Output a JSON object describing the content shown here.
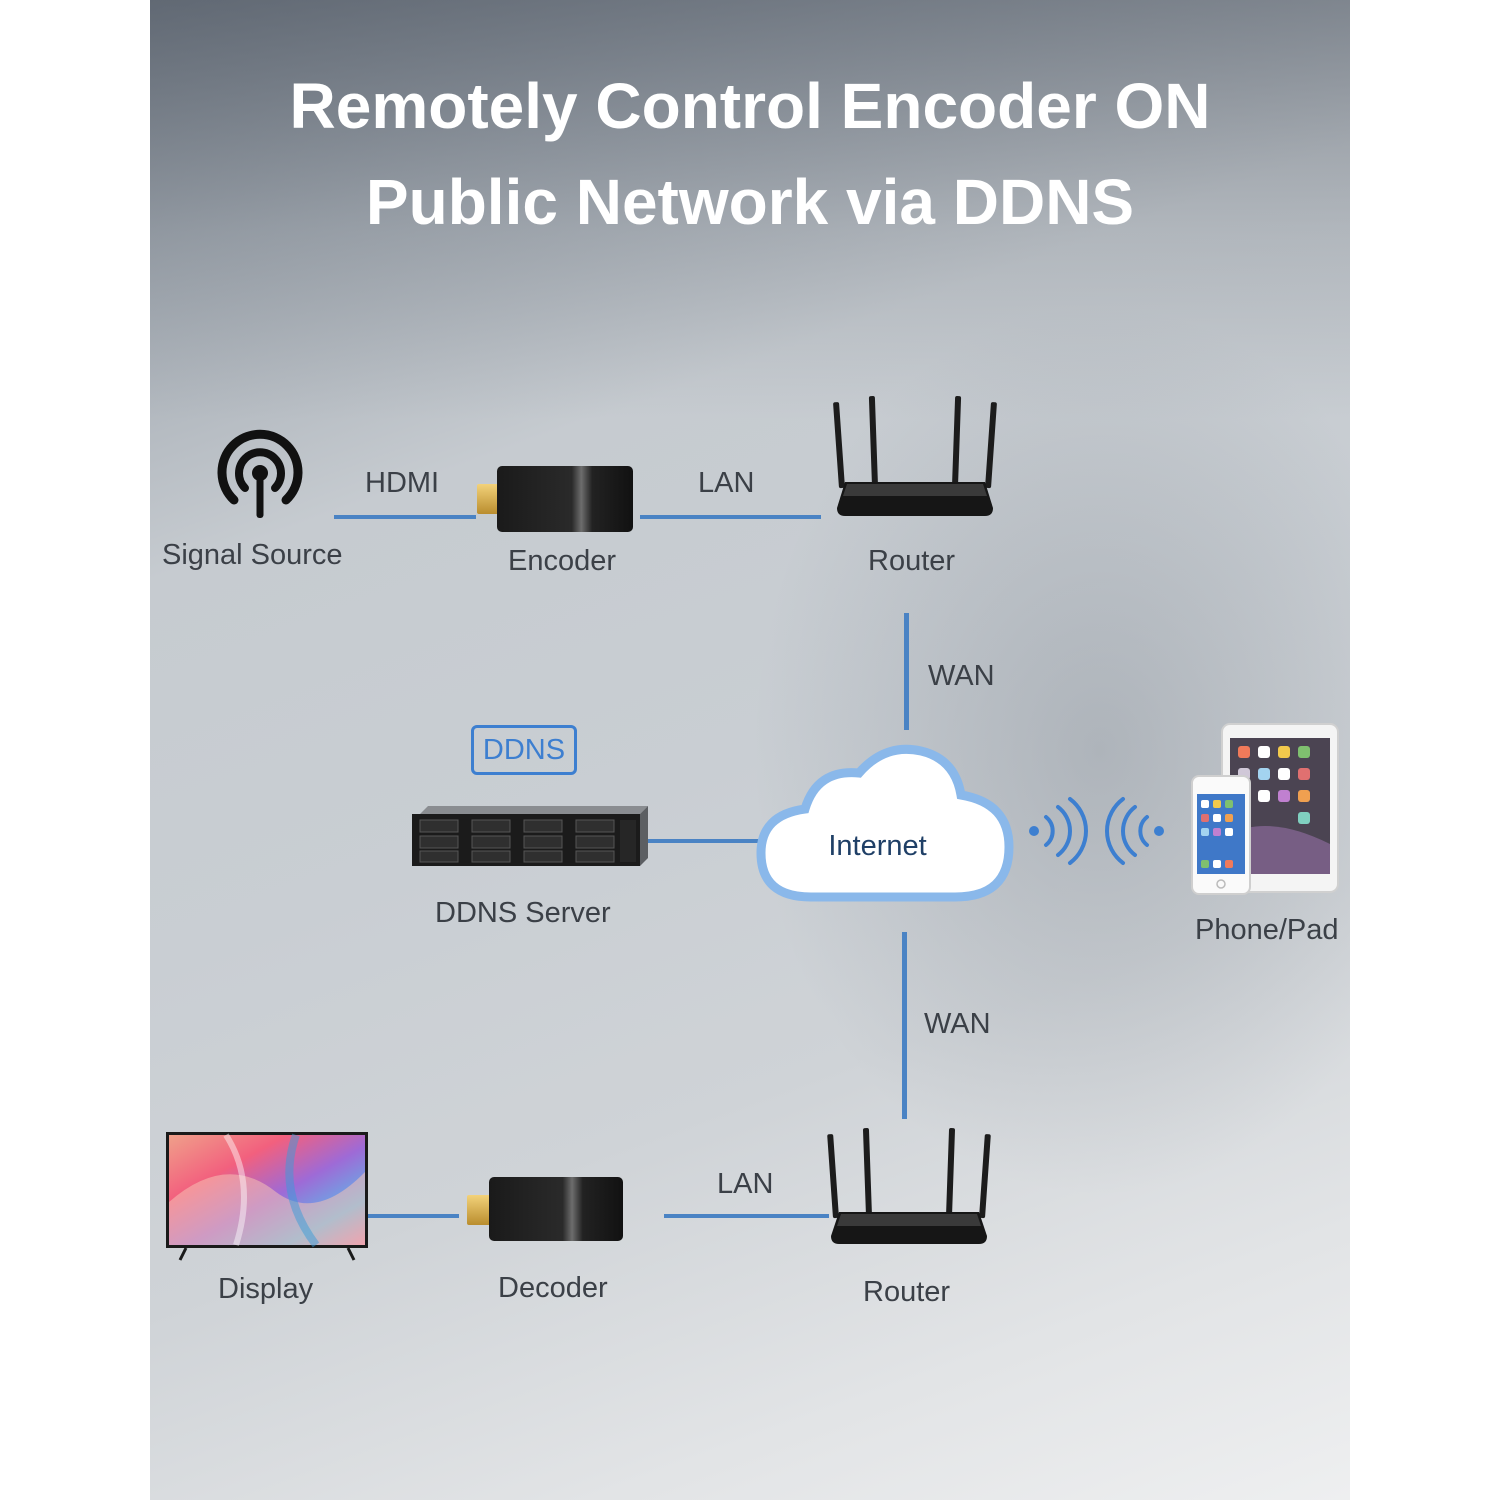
{
  "title": {
    "line1": "Remotely Control Encoder ON",
    "line2": "Public Network via DDNS"
  },
  "nodes": {
    "signal_source": "Signal Source",
    "encoder": "Encoder",
    "router_top": "Router",
    "ddns_badge": "DDNS",
    "ddns_server": "DDNS Server",
    "internet": "Internet",
    "phone_pad": "Phone/Pad",
    "display": "Display",
    "decoder": "Decoder",
    "router_bottom": "Router"
  },
  "links": {
    "hdmi": "HDMI",
    "lan_top": "LAN",
    "wan_top": "WAN",
    "wan_bottom": "WAN",
    "lan_bottom": "LAN"
  },
  "colors": {
    "link_line": "#4a83c4",
    "badge": "#3d7fd0",
    "cloud_outline": "#7fb0e6"
  },
  "icons": [
    "antenna-signal-icon",
    "encoder-dongle-icon",
    "router-icon",
    "server-icon",
    "cloud-icon",
    "wifi-signal-icon",
    "phone-tablet-icon",
    "tv-display-icon",
    "decoder-dongle-icon"
  ]
}
